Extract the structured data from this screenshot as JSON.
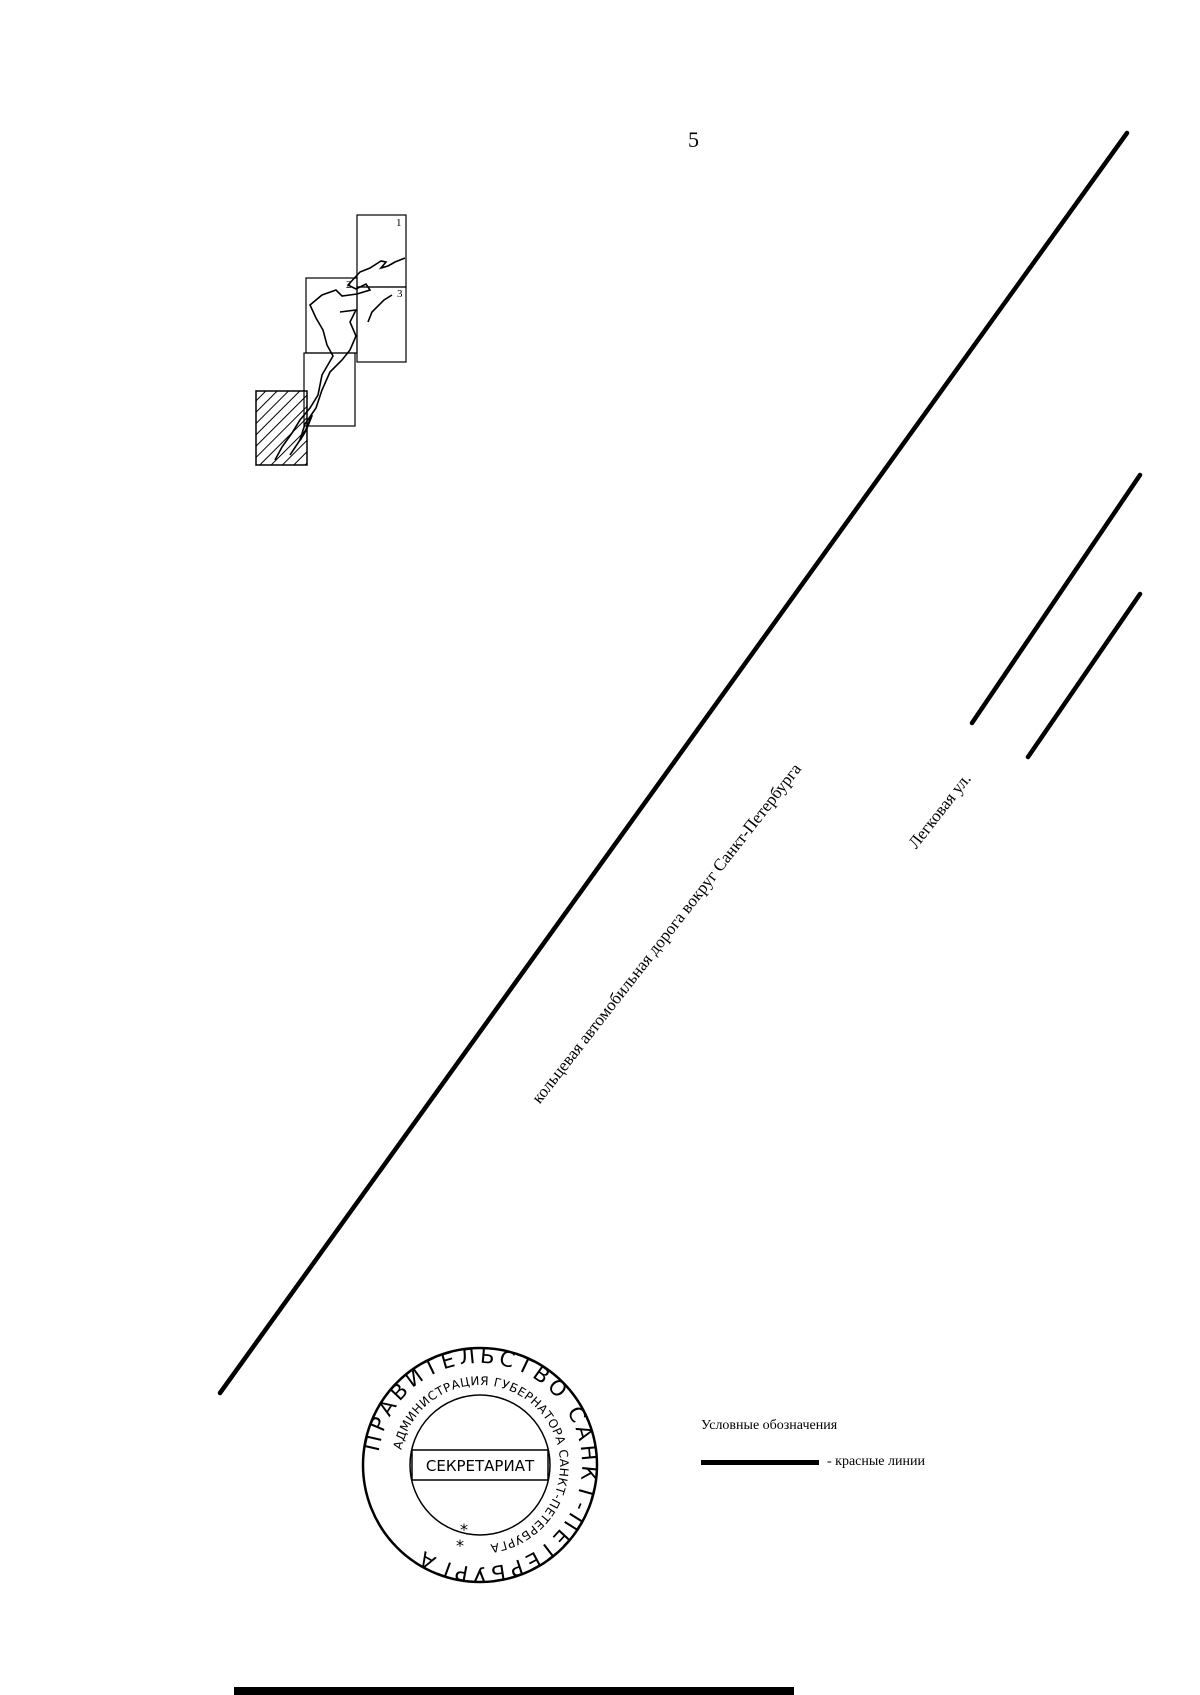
{
  "page_number": "5",
  "index_map": {
    "sheet_labels": [
      "1",
      "2",
      "3"
    ]
  },
  "labels": {
    "road": "кольцевая автомобильная дорога вокруг Санкт-Петербурга",
    "street": "Легковая ул."
  },
  "legend": {
    "title": "Условные обозначения",
    "item_label": "- красные линии"
  },
  "stamp": {
    "outer_text": "ПРАВИТЕЛЬСТВО САНКТ-ПЕТЕРБУРГА",
    "inner_text": "АДМИНИСТРАЦИЯ ГУБЕРНАТОРА САНКТ-ПЕТЕРБУРГА",
    "center_text": "СЕКРЕТАРИАТ"
  },
  "colors": {
    "ink": "#000000",
    "paper": "#ffffff"
  }
}
